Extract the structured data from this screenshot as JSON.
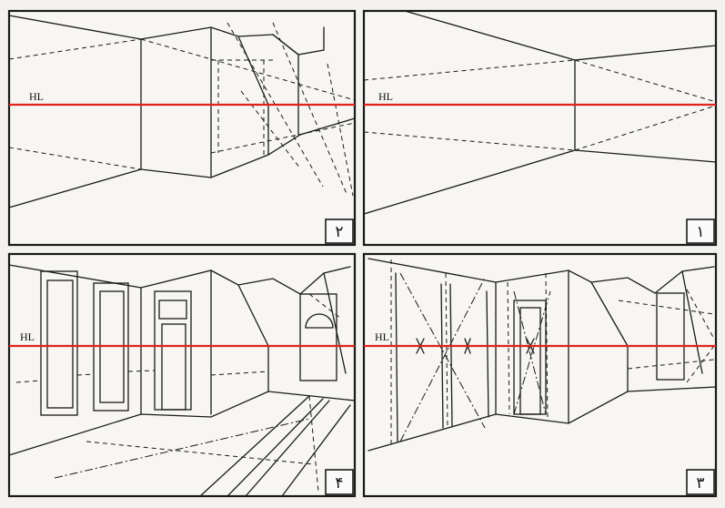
{
  "horizon_label": "HL",
  "panels": [
    {
      "number": "۲"
    },
    {
      "number": "۱"
    },
    {
      "number": "۴"
    },
    {
      "number": "۳"
    }
  ],
  "colors": {
    "horizon_line": "#e2231a",
    "ink": "#1a1a1a",
    "paper": "#f7f6f3"
  }
}
